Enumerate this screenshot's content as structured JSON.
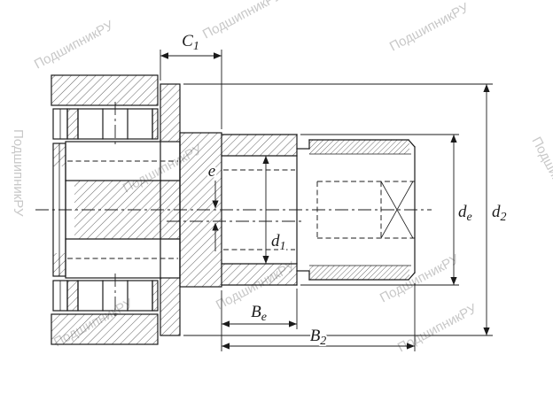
{
  "colors": {
    "line": "#1b1b1b",
    "watermark": "#c3c3c3"
  },
  "watermark": {
    "text": "ПодшипникРУ"
  },
  "dims": {
    "c1": {
      "main": "C",
      "sub": "1"
    },
    "e": {
      "main": "e",
      "sub": ""
    },
    "d1": {
      "main": "d",
      "sub": "1"
    },
    "de": {
      "main": "d",
      "sub": "e"
    },
    "d2": {
      "main": "d",
      "sub": "2"
    },
    "be": {
      "main": "B",
      "sub": "e"
    },
    "b2": {
      "main": "B",
      "sub": "2"
    }
  }
}
